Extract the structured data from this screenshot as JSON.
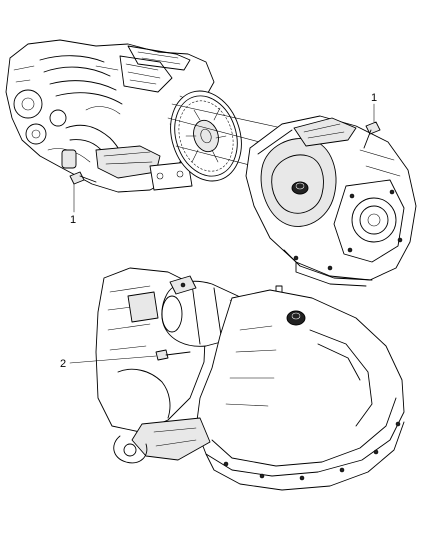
{
  "callouts": {
    "top_right": "1",
    "top_left": "1",
    "bottom": "2"
  }
}
